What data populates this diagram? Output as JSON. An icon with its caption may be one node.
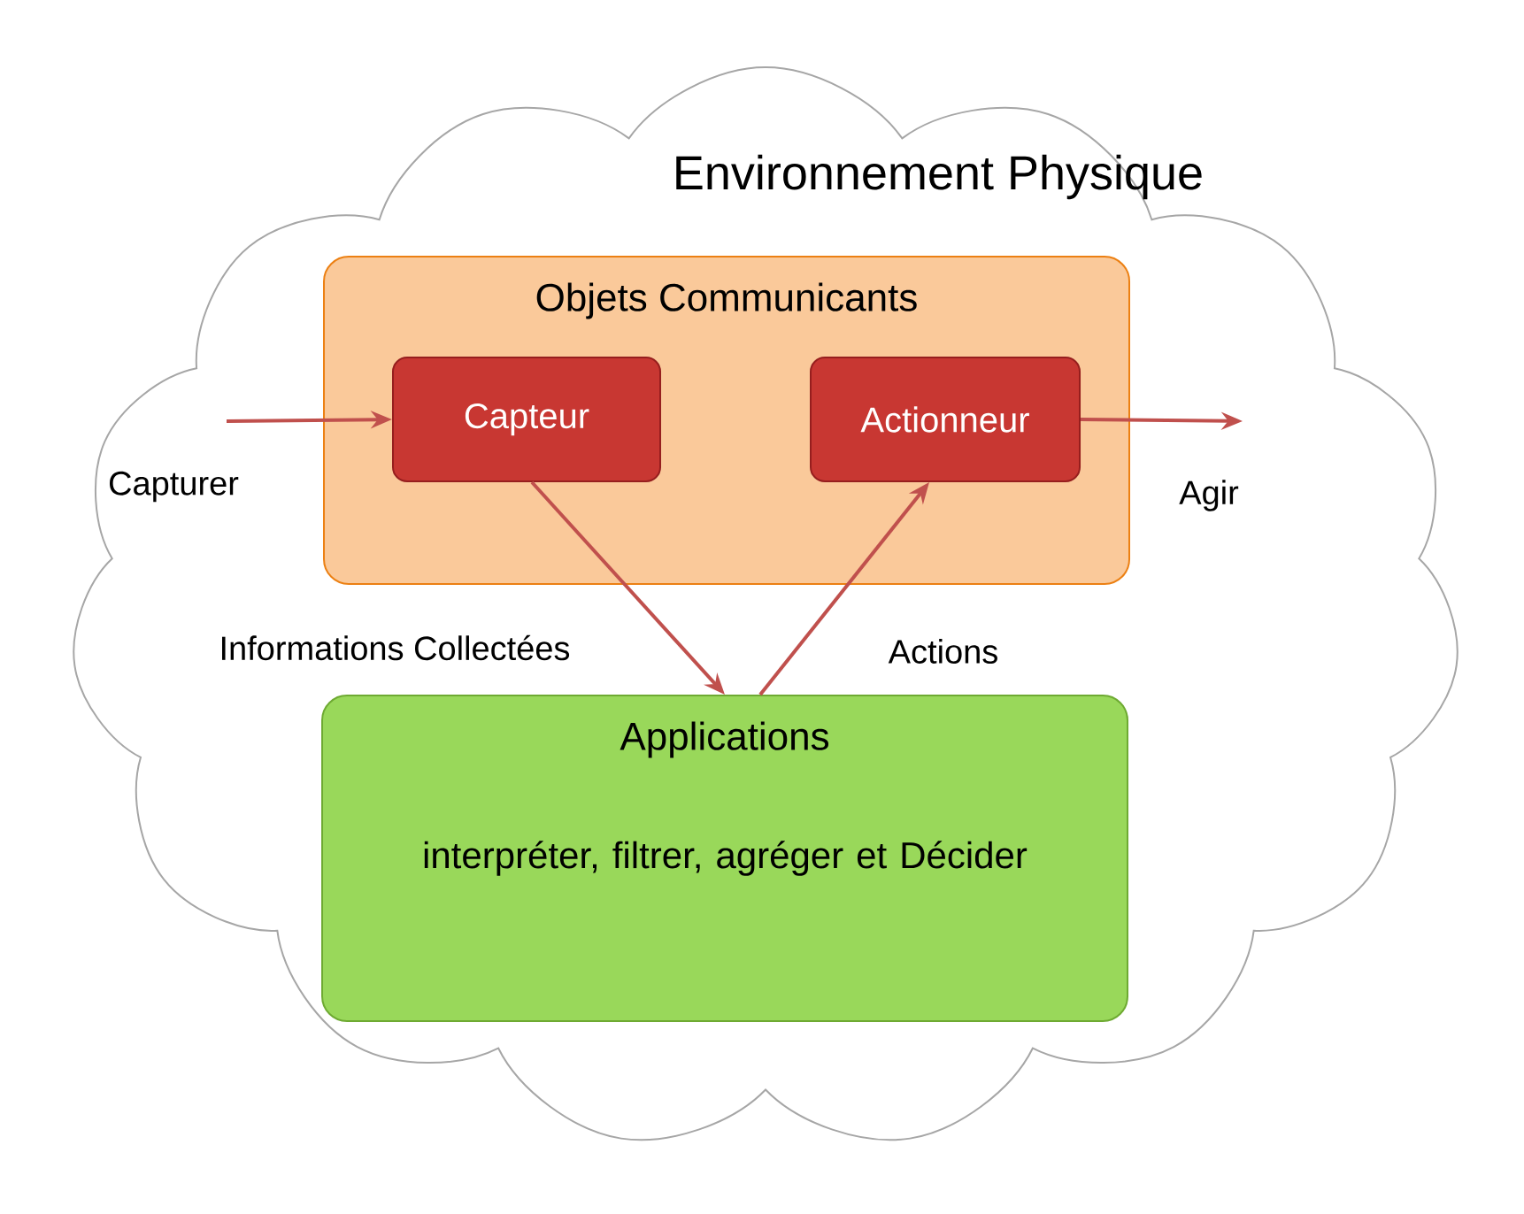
{
  "diagram": {
    "nodes": [
      {
        "text": [
          "Environnement Physique"
        ]
      },
      {
        "text": [
          "Objets Communicants"
        ],
        "in": 0
      },
      {
        "text": [
          "Capteur"
        ],
        "in": 1
      },
      {
        "text": [
          "Actionneur"
        ],
        "in": 1
      },
      {
        "text": [
          "Applications",
          "interpréter, filtrer, agréger et Décider"
        ],
        "in": 0
      }
    ],
    "edges": [
      {
        "from": null,
        "to": 2,
        "arrow": "to",
        "label": "Capturer"
      },
      {
        "from": 3,
        "to": null,
        "arrow": "to",
        "label": "Agir"
      },
      {
        "from": 2,
        "to": 4,
        "arrow": "to",
        "label": "Informations Collectées"
      },
      {
        "from": 4,
        "to": 3,
        "arrow": "to",
        "label": "Actions"
      }
    ]
  }
}
